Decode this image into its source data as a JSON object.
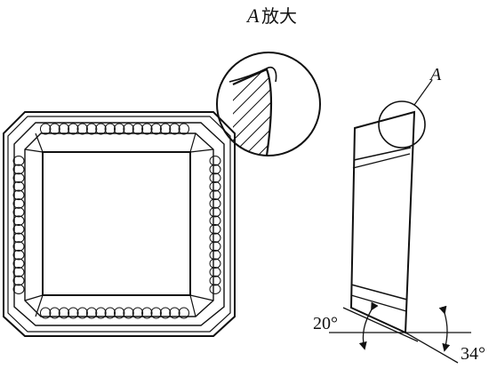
{
  "figure": {
    "zoom_label_letter": "A",
    "zoom_label_text": "放大",
    "detail_marker": "A",
    "angle_lower": "20°",
    "angle_upper": "34°"
  },
  "colors": {
    "line": "#111111",
    "background": "#ffffff"
  }
}
